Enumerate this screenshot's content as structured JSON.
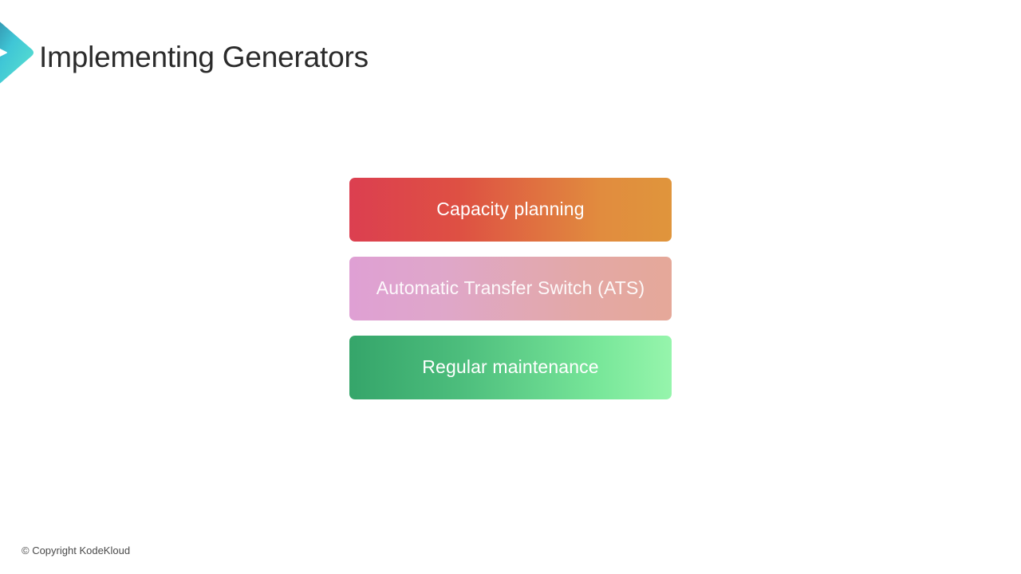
{
  "slide": {
    "background_color": "#ffffff",
    "title": "Implementing Generators",
    "title_color": "#2b2b2b"
  },
  "brand": {
    "logo_icon": "chevron-right-logo",
    "gradient_start": "#2f7f9e",
    "gradient_mid": "#3fc6d6",
    "gradient_end": "#5fe6cf"
  },
  "items": [
    {
      "label": "Capacity planning",
      "gradient_from": "#dc3f50",
      "gradient_to": "#e0953c",
      "text_color": "#ffffff"
    },
    {
      "label": "Automatic Transfer Switch (ATS)",
      "gradient_from": "#dfa0d4",
      "gradient_to": "#e5a899",
      "text_color": "#ffffff"
    },
    {
      "label": "Regular maintenance",
      "gradient_from": "#35a56a",
      "gradient_to": "#96f5ac",
      "text_color": "#ffffff"
    }
  ],
  "footer": {
    "copyright": "© Copyright KodeKloud"
  }
}
